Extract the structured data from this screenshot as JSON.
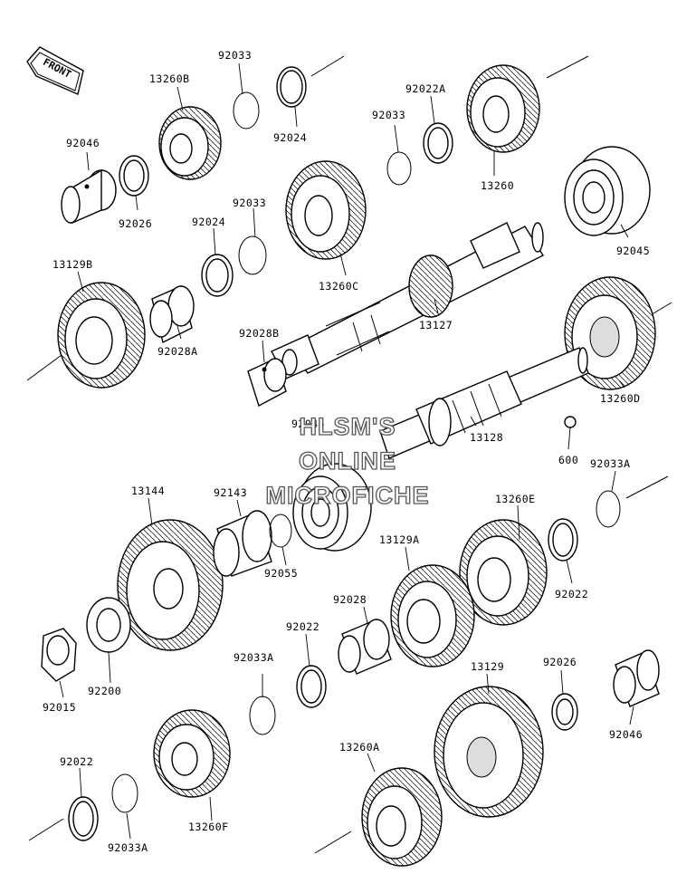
{
  "front_badge": "FRONT",
  "watermark": {
    "line1": "HLSM'S",
    "line2": "ONLINE",
    "line3": "MICROFICHE"
  },
  "labels": {
    "p92033_a": "92033",
    "p13260b": "13260B",
    "p92024_a": "92024",
    "p92022a": "92022A",
    "p92033_b": "92033",
    "p92046_a": "92046",
    "p92026_a": "92026",
    "p13260": "13260",
    "p92033_c": "92033",
    "p92024_b": "92024",
    "p13260c": "13260C",
    "p92045_a": "92045",
    "p13129b": "13129B",
    "p92028a": "92028A",
    "p13127": "13127",
    "p92028b": "92028B",
    "p92045_b": "92045",
    "p13128": "13128",
    "p13260d": "13260D",
    "p600": "600",
    "p92033a_a": "92033A",
    "p13144": "13144",
    "p92143": "92143",
    "p13260e": "13260E",
    "p92055": "92055",
    "p13129a": "13129A",
    "p92022_a": "92022",
    "p92028": "92028",
    "p92022_b": "92022",
    "p92200": "92200",
    "p92033a_b": "92033A",
    "p92015": "92015",
    "p13129": "13129",
    "p92026_b": "92026",
    "p92046_b": "92046",
    "p92022_c": "92022",
    "p13260a": "13260A",
    "p13260f": "13260F",
    "p92033a_c": "92033A"
  }
}
